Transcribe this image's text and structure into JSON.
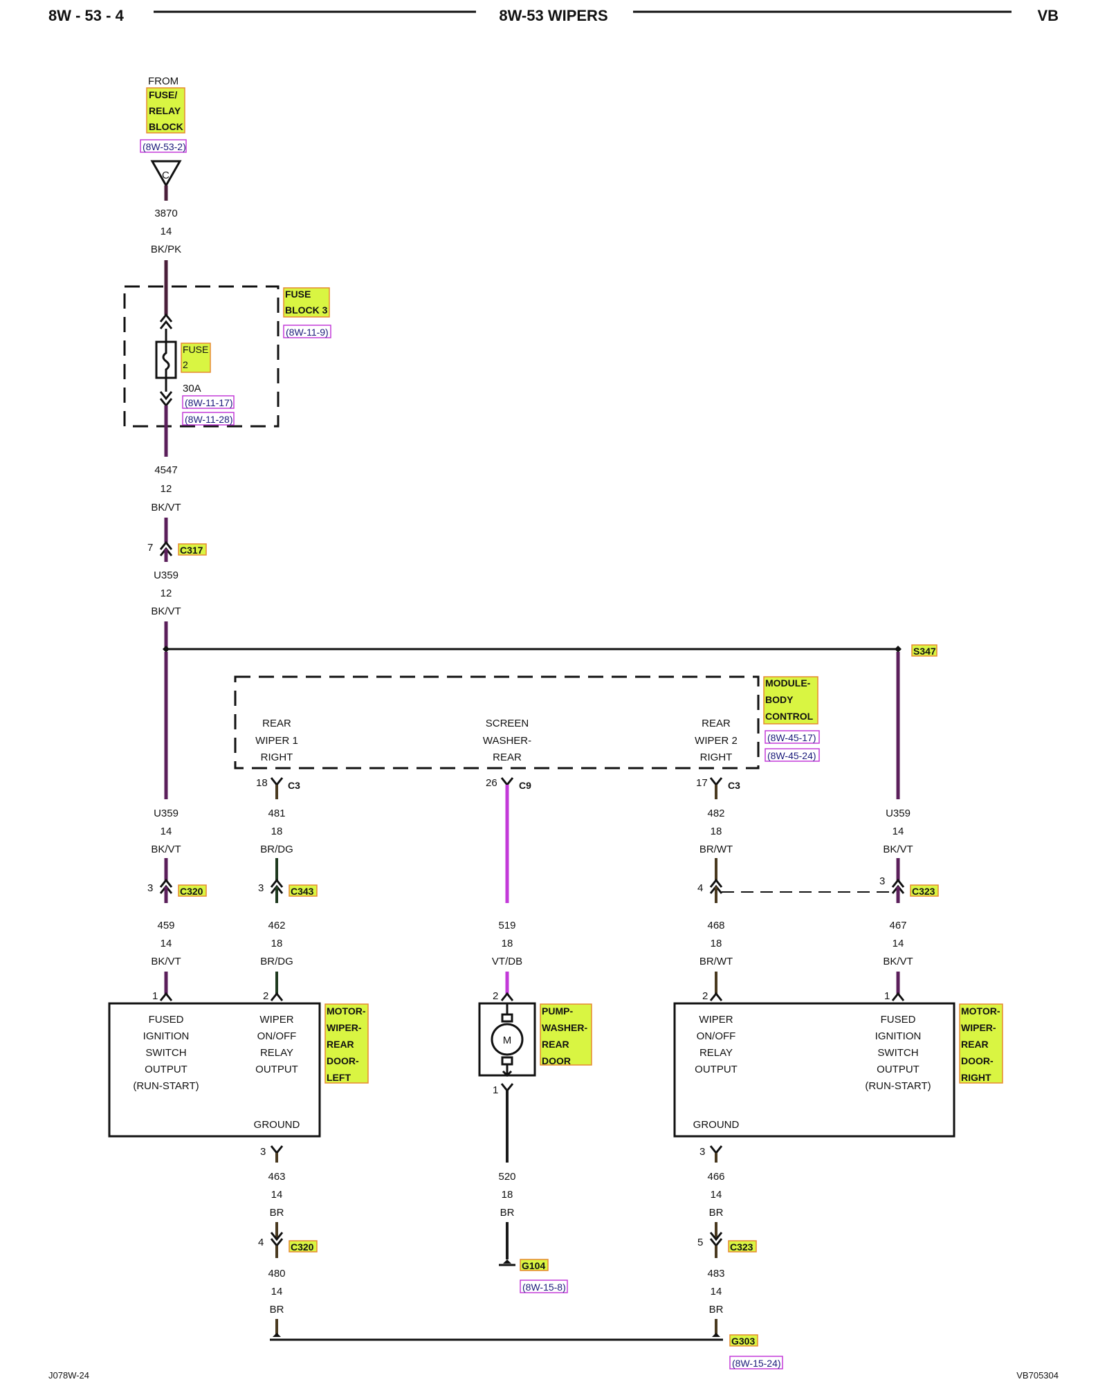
{
  "header": {
    "left": "8W - 53 - 4",
    "center": "8W-53 WIPERS",
    "right": "VB"
  },
  "footer": {
    "left": "J078W-24",
    "right": "VB705304"
  },
  "source": {
    "from": "FROM",
    "lines": [
      "FUSE/",
      "RELAY",
      "BLOCK"
    ],
    "ref": "(8W-53-2)",
    "connector_letter": "C"
  },
  "wire_3870": {
    "circuit": "3870",
    "gauge": "14",
    "color": "BK/PK"
  },
  "fuse_block": {
    "lines": [
      "FUSE",
      "BLOCK 3"
    ],
    "ref": "(8W-11-9)",
    "fuse_lines": [
      "FUSE",
      "2"
    ],
    "rating": "30A",
    "refs": [
      "(8W-11-17)",
      "(8W-11-28)"
    ]
  },
  "wire_4547": {
    "circuit": "4547",
    "gauge": "12",
    "color": "BK/VT"
  },
  "c317": {
    "pin": "7",
    "name": "C317"
  },
  "wire_u359_12": {
    "circuit": "U359",
    "gauge": "12",
    "color": "BK/VT"
  },
  "splice": {
    "name": "S347"
  },
  "bcm": {
    "lines": [
      "MODULE-",
      "BODY",
      "CONTROL"
    ],
    "refs": [
      "(8W-45-17)",
      "(8W-45-24)"
    ],
    "out_left": [
      "REAR",
      "WIPER 1",
      "RIGHT"
    ],
    "out_center": [
      "SCREEN",
      "WASHER-",
      "REAR"
    ],
    "out_right": [
      "REAR",
      "WIPER 2",
      "RIGHT"
    ],
    "pin_left": "18",
    "conn_left": "C3",
    "pin_center": "26",
    "conn_center": "C9",
    "pin_right": "17",
    "conn_right": "C3"
  },
  "col_a": {
    "top": {
      "circuit": "U359",
      "gauge": "14",
      "color": "BK/VT"
    },
    "conn": {
      "pin": "3",
      "name": "C320"
    },
    "bottom": {
      "circuit": "459",
      "gauge": "14",
      "color": "BK/VT"
    },
    "pin": "1"
  },
  "col_b": {
    "top": {
      "circuit": "481",
      "gauge": "18",
      "color": "BR/DG"
    },
    "conn": {
      "pin": "3",
      "name": "C343"
    },
    "bottom": {
      "circuit": "462",
      "gauge": "18",
      "color": "BR/DG"
    },
    "pin": "2"
  },
  "col_c": {
    "wire": {
      "circuit": "519",
      "gauge": "18",
      "color": "VT/DB"
    },
    "pin_top": "2",
    "pin_bottom": "1"
  },
  "col_d": {
    "top": {
      "circuit": "482",
      "gauge": "18",
      "color": "BR/WT"
    },
    "conn": {
      "pin": "4"
    },
    "bottom": {
      "circuit": "468",
      "gauge": "18",
      "color": "BR/WT"
    },
    "pin": "2"
  },
  "col_e": {
    "top": {
      "circuit": "U359",
      "gauge": "14",
      "color": "BK/VT"
    },
    "conn": {
      "pin": "3",
      "name": "C323"
    },
    "bottom": {
      "circuit": "467",
      "gauge": "14",
      "color": "BK/VT"
    },
    "pin": "1"
  },
  "motor_left": {
    "left_lines": [
      "FUSED",
      "IGNITION",
      "SWITCH",
      "OUTPUT",
      "(RUN-START)"
    ],
    "right_lines": [
      "WIPER",
      "ON/OFF",
      "RELAY",
      "OUTPUT"
    ],
    "ground": "GROUND",
    "tag": [
      "MOTOR-",
      "WIPER-",
      "REAR",
      "DOOR-",
      "LEFT"
    ]
  },
  "pump": {
    "tag": [
      "PUMP-",
      "WASHER-",
      "REAR",
      "DOOR"
    ],
    "symbol": "M"
  },
  "motor_right": {
    "left_lines": [
      "WIPER",
      "ON/OFF",
      "RELAY",
      "OUTPUT"
    ],
    "right_lines": [
      "FUSED",
      "IGNITION",
      "SWITCH",
      "OUTPUT",
      "(RUN-START)"
    ],
    "ground": "GROUND",
    "tag": [
      "MOTOR-",
      "WIPER-",
      "REAR",
      "DOOR-",
      "RIGHT"
    ]
  },
  "gnd_left": {
    "pin": "3",
    "w1": {
      "circuit": "463",
      "gauge": "14",
      "color": "BR"
    },
    "conn": {
      "pin": "4",
      "name": "C320"
    },
    "w2": {
      "circuit": "480",
      "gauge": "14",
      "color": "BR"
    }
  },
  "gnd_pump": {
    "w": {
      "circuit": "520",
      "gauge": "18",
      "color": "BR"
    },
    "name": "G104",
    "ref": "(8W-15-8)"
  },
  "gnd_right": {
    "pin": "3",
    "w1": {
      "circuit": "466",
      "gauge": "14",
      "color": "BR"
    },
    "conn": {
      "pin": "5",
      "name": "C323"
    },
    "w2": {
      "circuit": "483",
      "gauge": "14",
      "color": "BR"
    },
    "name": "G303",
    "ref": "(8W-15-24)"
  }
}
